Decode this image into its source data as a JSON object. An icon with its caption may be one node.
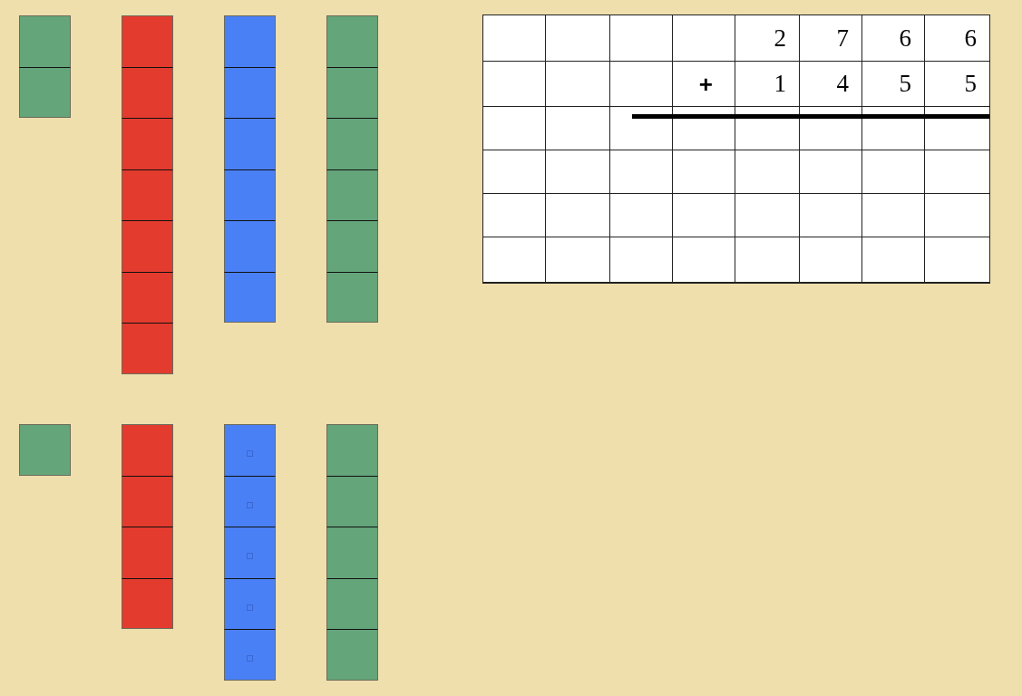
{
  "diagram": {
    "labels": [
      "2",
      "7",
      "6",
      "6",
      "+",
      "1",
      "4",
      "5",
      "5"
    ]
  }
}
